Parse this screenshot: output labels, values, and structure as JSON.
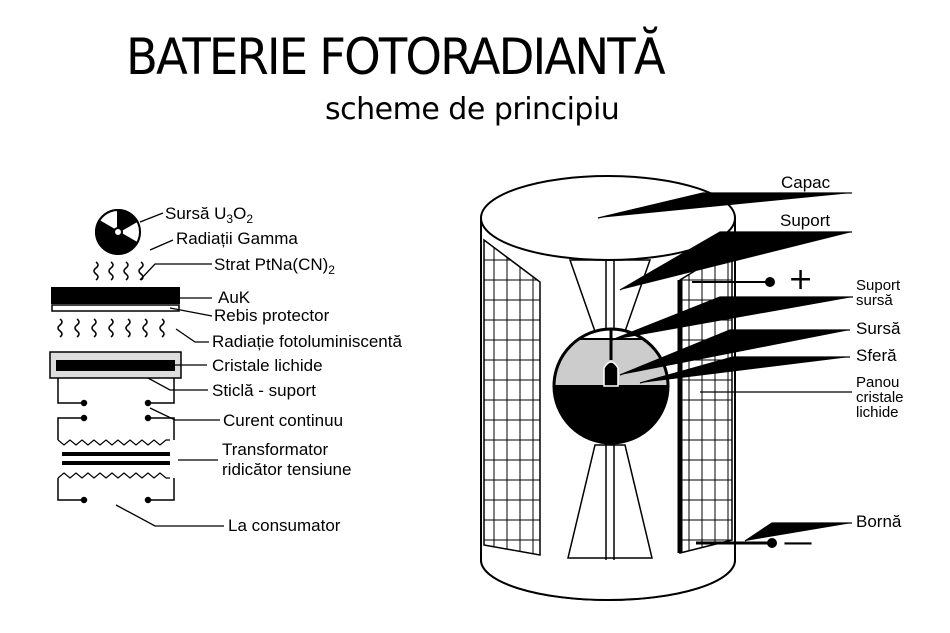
{
  "title": "BATERIE FOTORADIANTĂ",
  "subtitle": "scheme de principiu",
  "left_labels": {
    "source_prefix": "Sursă U",
    "source_sub1": "3",
    "source_mid": "O",
    "source_sub2": "2",
    "gamma": "Radiații  Gamma",
    "layer_prefix": "Strat PtNa(CN)",
    "layer_sub": "2",
    "auk": "AuK",
    "rebis": "Rebis protector",
    "photolum": "Radiație  fotoluminiscentă",
    "crystals": "Cristale lichide",
    "glass": "Sticlă - suport",
    "dc": "Curent continuu",
    "transformer_1": "Transformator",
    "transformer_2": "ridicător tensiune",
    "consumer": "La consumator"
  },
  "right_labels": {
    "capac": "Capac",
    "suport": "Suport",
    "plus": "+",
    "suport_sursa_1": "Suport",
    "suport_sursa_2": "sursă",
    "sursa": "Sursă",
    "sfera": "Sferă",
    "panou_1": "Panou",
    "panou_2": "cristale",
    "panou_3": "lichide",
    "borna": "Bornă",
    "minus": "—"
  }
}
